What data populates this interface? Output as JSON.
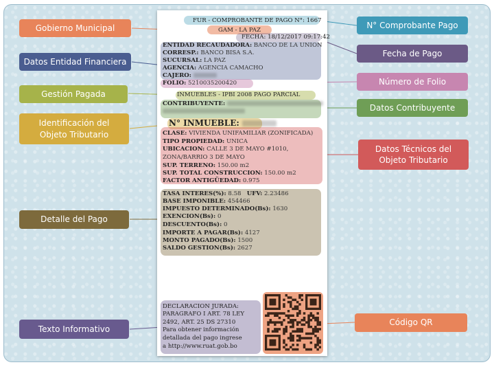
{
  "labels": {
    "gobierno": "Gobierno Municipal",
    "entidad": "Datos Entidad Financiera",
    "gestion": "Gestión Pagada",
    "identificacion": "Identificación del Objeto Tributario",
    "detalle": "Detalle del Pago",
    "texto": "Texto Informativo",
    "comprobante": "N° Comprobante Pago",
    "fecha": "Fecha de Pago",
    "folio": "Número de Folio",
    "contribuyente": "Datos Contribuyente",
    "tecnicos": "Datos Técnicos del Objeto Tributario",
    "qr": "Código QR"
  },
  "receipt": {
    "header": "FUR - COMPROBANTE DE PAGO N°: 1667",
    "gam": "GAM - LA PAZ",
    "fecha": "FECHA: 18/12/2017 09:17:42",
    "entidad": {
      "entidad_label": "ENTIDAD RECAUDADORA:",
      "entidad_value": "BANCO DE LA UNION",
      "corresp_label": "CORRESP.:",
      "corresp_value": "BANCO BISA S.A.",
      "sucursal_label": "SUCURSAL:",
      "sucursal_value": "LA PAZ",
      "agencia_label": "AGENCIA:",
      "agencia_value": "AGENCIA CAMACHO",
      "cajero_label": "CAJERO:"
    },
    "folio_label": "FOLIO:",
    "folio_value": "5210035200420",
    "gestion": "INMUEBLES - IPBI 2008 PAGO PARCIAL",
    "contribuyente_label": "CONTRIBUYENTE:",
    "inmueble_label": "N° INMUEBLE:",
    "tecnicos": {
      "clase_label": "CLASE:",
      "clase_value": "VIVIENDA UNIFAMILIAR (ZONIFICADA)",
      "tipo_label": "TIPO PROPIEDAD:",
      "tipo_value": "UNICA",
      "ubicacion_label": "UBICACION:",
      "ubicacion_value": "CALLE 3 DE MAYO #1010,",
      "zona": "ZONA/BARRIO 3 DE MAYO",
      "terreno_label": "SUP. TERRENO:",
      "terreno_value": "150.00 m2",
      "construccion_label": "SUP. TOTAL CONSTRUCCION:",
      "construccion_value": "150.00 m2",
      "factor_label": "FACTOR ANTIGÜEDAD:",
      "factor_value": "0.975"
    },
    "detalle": {
      "tasa_label": "TASA INTERES(%):",
      "tasa_value": "8.58",
      "ufv_label": "UFV:",
      "ufv_value": "2.23486",
      "base_label": "BASE IMPONIBLE:",
      "base_value": "454466",
      "impuesto_label": "IMPUESTO DETERMINADO(Bs):",
      "impuesto_value": "1630",
      "exencion_label": "EXENCION(Bs):",
      "exencion_value": "0",
      "descuento_label": "DESCUENTO(Bs):",
      "descuento_value": "0",
      "importe_label": "IMPORTE A PAGAR(Bs):",
      "importe_value": "4127",
      "monto_label": "MONTO PAGADO(Bs):",
      "monto_value": "1500",
      "saldo_label": "SALDO GESTION(Bs):",
      "saldo_value": "2627"
    },
    "info": [
      "DECLARACION JURADA:",
      "PARAGRAFO I ART. 78 LEY",
      "2492, ART. 25 DS 27310",
      "Para obtener información",
      "detallada del pago ingrese",
      "a http://www.ruat.gob.bo"
    ]
  },
  "colors": {
    "orange": "#e8845a",
    "blue": "#3f9ab8",
    "navy": "#4a5d90",
    "purple": "#6b5a86",
    "olive": "#a6b34a",
    "pink": "#c786b0",
    "yellow": "#d4ac3f",
    "green": "#6f9e56",
    "red": "#d25a5a",
    "brown": "#7d6a3c",
    "violet": "#685a8e",
    "salmon": "#e8845a"
  }
}
